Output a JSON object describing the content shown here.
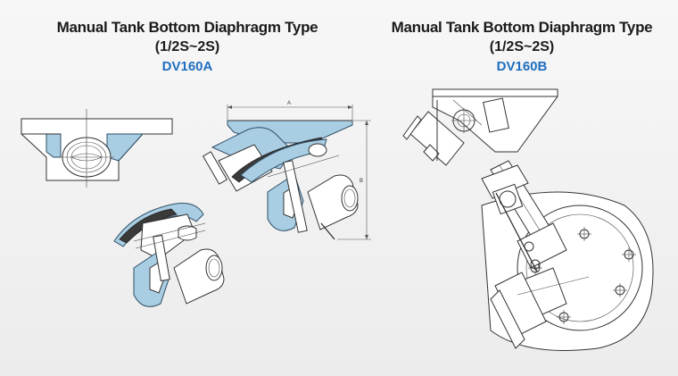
{
  "panels": [
    {
      "title": "Manual Tank Bottom Diaphragm Type",
      "size": "(1/2S~2S)",
      "model": "DV160A"
    },
    {
      "title": "Manual Tank Bottom Diaphragm Type",
      "size": "(1/2S~2S)",
      "model": "DV160B"
    }
  ],
  "dimension_labels": {
    "width": "A",
    "height": "B"
  },
  "colors": {
    "model_text": "#1f6fc0",
    "section_fill": "#a9cde2"
  }
}
